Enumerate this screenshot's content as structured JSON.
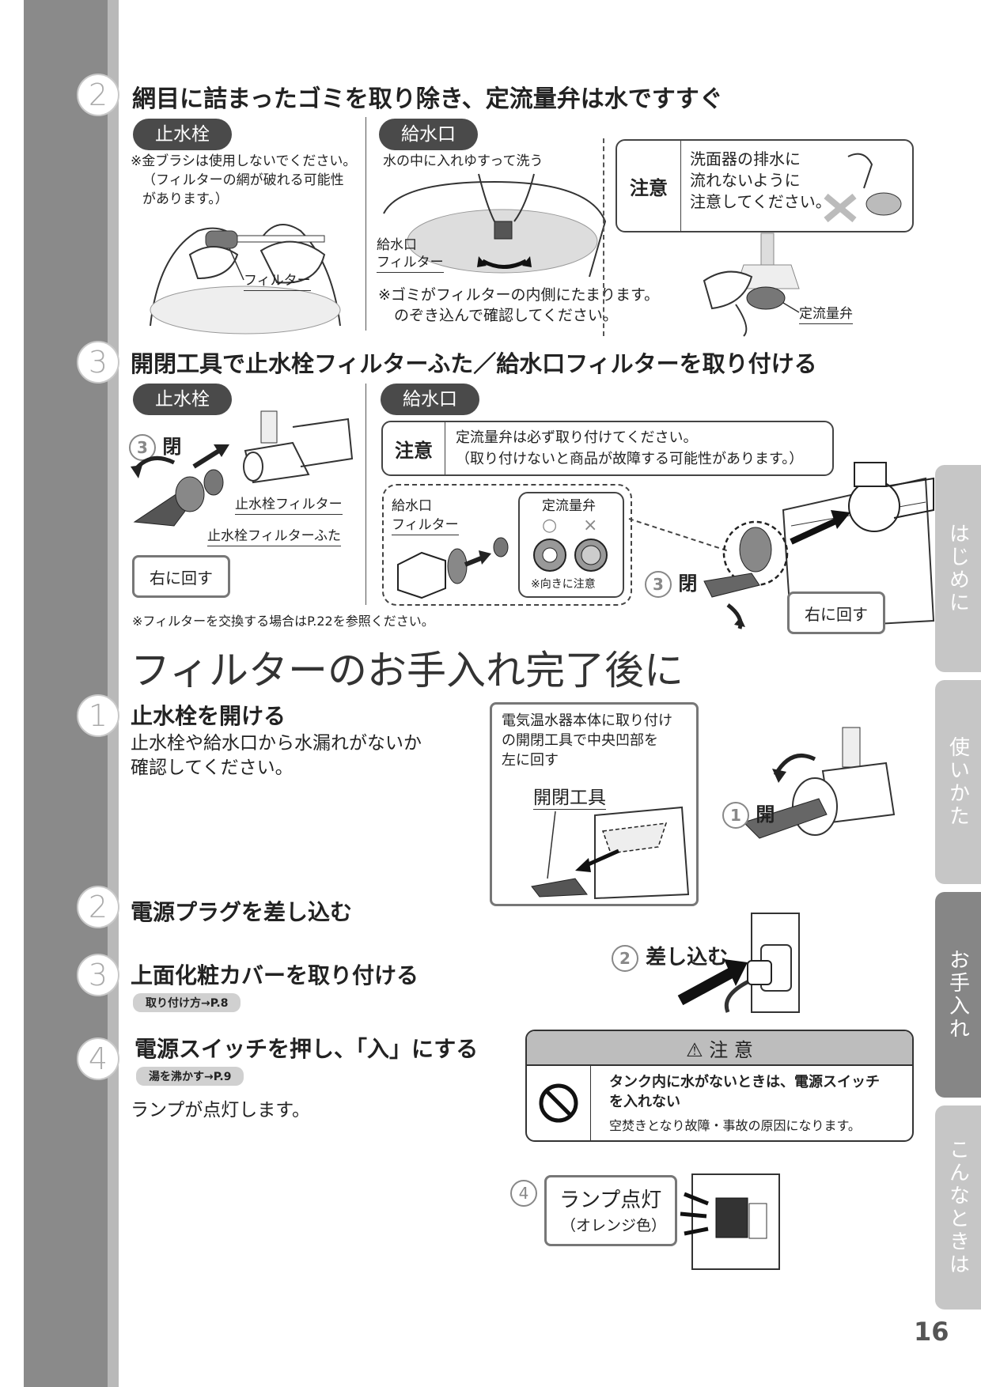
{
  "section2": {
    "num": "2",
    "title": "網目に詰まったゴミを取り除き、定流量弁は水ですすぐ",
    "left_tag": "止水栓",
    "left_note_1": "※金ブラシは使用しないでください。",
    "left_note_2": "（フィルターの網が破れる可能性",
    "left_note_3": "があります。）",
    "left_callout": "フィルター",
    "mid_tag": "給水口",
    "mid_note": "水の中に入れゆすって洗う",
    "mid_callout_1": "給水口",
    "mid_callout_2": "フィルター",
    "mid_note2_1": "※ゴミがフィルターの内側にたまります。",
    "mid_note2_2": "のぞき込んで確認してください。",
    "caution_label": "注意",
    "caution_1": "洗面器の排水に",
    "caution_2": "流れないように",
    "caution_3": "注意してください。",
    "right_callout": "定流量弁"
  },
  "section3": {
    "num": "3",
    "title": "開閉工具で止水栓フィルターふた／給水口フィルターを取り付ける",
    "left_tag": "止水栓",
    "close_num": "3",
    "close_label": "閉",
    "callout_filter": "止水栓フィルター",
    "callout_cap": "止水栓フィルターふた",
    "turn_right": "右に回す",
    "mid_tag": "給水口",
    "caution_label": "注意",
    "caution_1": "定流量弁は必ず取り付けてください。",
    "caution_2": "（取り付けないと商品が故障する可能性があります。）",
    "callout_inlet_1": "給水口",
    "callout_inlet_2": "フィルター",
    "valve_label": "定流量弁",
    "ok_mark": "○",
    "ng_mark": "×",
    "orientation_note": "※向きに注意",
    "close_num2": "3",
    "close_label2": "閉",
    "turn_right2": "右に回す",
    "footnote": "※フィルターを交換する場合はP.22を参照ください。"
  },
  "after": {
    "title": "フィルターのお手入れ完了後に",
    "step1_num": "1",
    "step1_title": "止水栓を開ける",
    "step1_body_1": "止水栓や給水口から水漏れがないか",
    "step1_body_2": "確認してください。",
    "box_text_1": "電気温水器本体に取り付け",
    "box_text_2": "の開閉工具で中央凹部を",
    "box_text_3": "左に回す",
    "tool_label": "開閉工具",
    "open_num": "1",
    "open_label": "開",
    "step2_num": "2",
    "step2_title": "電源プラグを差し込む",
    "plug_num": "2",
    "plug_label": "差し込む",
    "step3_num": "3",
    "step3_title": "上面化粧カバーを取り付ける",
    "step3_ref": "取り付け方→P.8",
    "step4_num": "4",
    "step4_title": "電源スイッチを押し、「入」にする",
    "step4_ref": "湯を沸かす→P.9",
    "step4_body": "ランプが点灯します。",
    "warn_header": "⚠ 注 意",
    "warn_1": "タンク内に水がないときは、電源スイッチ",
    "warn_2": "を入れない",
    "warn_3": "空焚きとなり故障・事故の原因になります。",
    "lamp_num": "4",
    "lamp_1": "ランプ点灯",
    "lamp_2": "（オレンジ色）"
  },
  "tabs": [
    "はじめに",
    "使いかた",
    "お手入れ",
    "こんなときは"
  ],
  "page_number": "16"
}
